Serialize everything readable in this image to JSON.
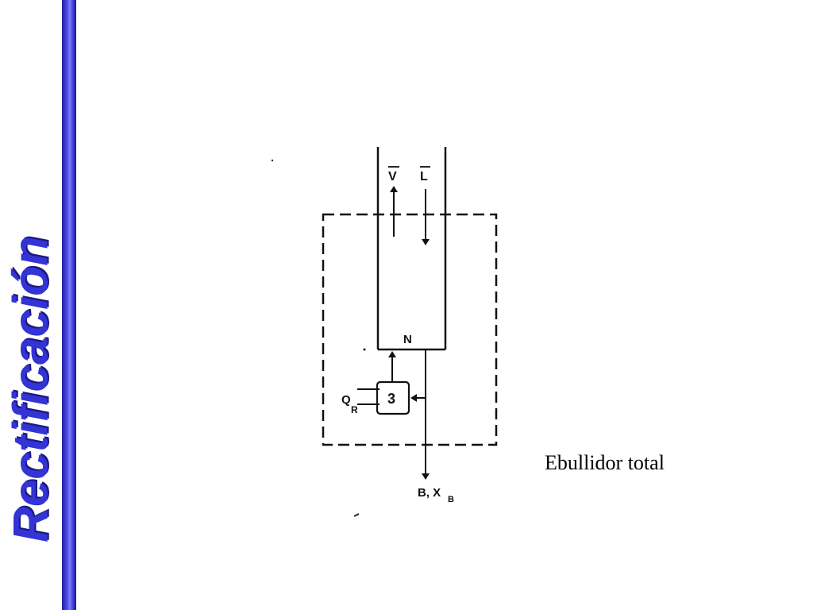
{
  "slide": {
    "vertical_title": "Rectificación",
    "caption": "Ebullidor total",
    "accent_bar_color": "#3a3ad8",
    "title_color": "#3333d6"
  },
  "diagram": {
    "labels": {
      "vapor": "V",
      "liquid": "L",
      "stage": "N",
      "heat": "Q",
      "heat_sub": "R",
      "reboiler": "3",
      "bottoms": "B, X",
      "bottoms_sub": "B"
    }
  }
}
